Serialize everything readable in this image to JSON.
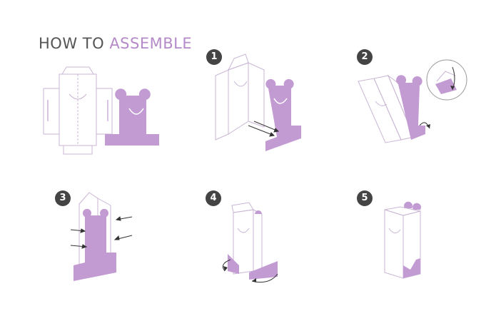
{
  "title": {
    "part1": "HOW TO",
    "part2": "ASSEMBLE"
  },
  "steps": [
    "1",
    "2",
    "3",
    "4",
    "5"
  ],
  "colors": {
    "accent": "#c39bd3",
    "line": "#c9b6d4",
    "badge": "#444444",
    "arrow": "#333333"
  }
}
